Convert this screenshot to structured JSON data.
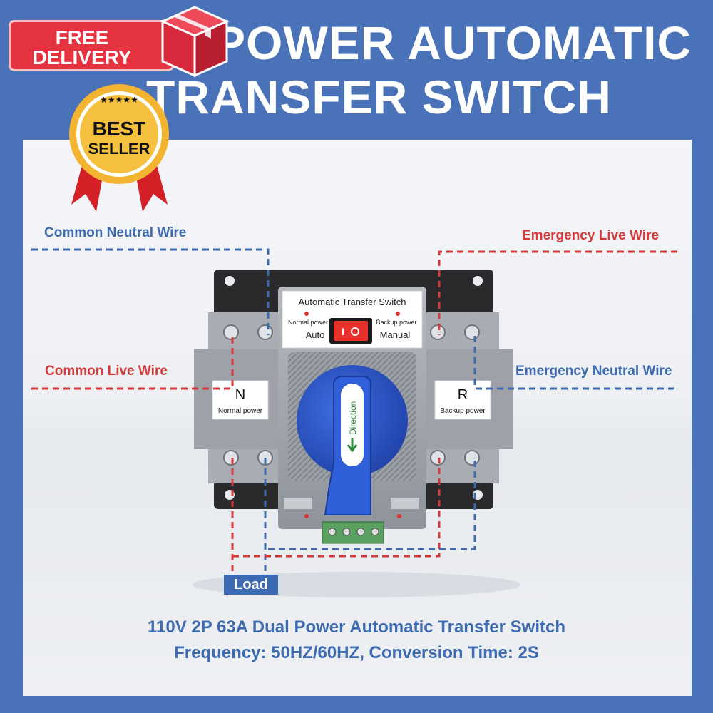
{
  "title": {
    "line1": "POWER AUTOMATIC",
    "line2": "TRANSFER SWITCH"
  },
  "badges": {
    "free": "FREE",
    "delivery": "DELIVERY",
    "best": "BEST",
    "seller": "SELLER"
  },
  "wire_labels": {
    "common_neutral": "Common Neutral Wire",
    "emergency_live": "Emergency Live Wire",
    "common_live": "Common Live Wire",
    "emergency_neutral": "Emergency Neutral Wire",
    "load": "Load"
  },
  "device": {
    "header": "Automatic Transfer Switch",
    "normal_power": "Normal power",
    "backup_power": "Backup power",
    "auto": "Auto",
    "manual": "Manual",
    "n_letter": "N",
    "n_sub": "Normal power",
    "r_letter": "R",
    "r_sub": "Backup power",
    "handle_text": "Direction"
  },
  "caption": {
    "line1": "110V 2P 63A Dual Power Automatic Transfer Switch",
    "line2": "Frequency: 50HZ/60HZ, Conversion Time: 2S"
  },
  "colors": {
    "background": "#4a72b8",
    "wire_red": "#d33a3a",
    "wire_blue": "#3e6bb0",
    "knob_blue": "#2d54c4",
    "badge_red": "#e63340",
    "seal_gold": "#f2b431"
  }
}
